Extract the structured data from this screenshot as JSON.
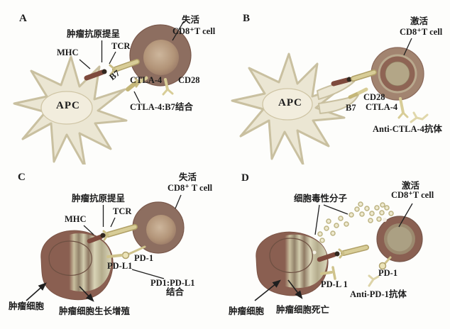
{
  "panels": [
    {
      "tag": "A",
      "apc": "APC",
      "antigen_presentation": "肿瘤抗原提呈",
      "mhc": "MHC",
      "tcr": "TCR",
      "b7": "B7",
      "tcell_state": "失活",
      "tcell_name": "CD8⁺T cell",
      "ctla4": "CTLA-4",
      "cd28": "CD28",
      "binding": "CTLA-4:B7结合"
    },
    {
      "tag": "B",
      "apc": "APC",
      "tcell_state": "激活",
      "tcell_name": "CD8⁺T cell",
      "cd28": "CD28",
      "ctla4": "CTLA-4",
      "b7": "B7",
      "antibody": "Anti-CTLA-4抗体"
    },
    {
      "tag": "C",
      "tumor": "肿瘤细胞",
      "antigen_presentation": "肿瘤抗原提呈",
      "mhc": "MHC",
      "tcr": "TCR",
      "tcell_state": "失活",
      "tcell_name": "CD8⁺ T cell",
      "pd1": "PD-1",
      "pdl1": "PD-L1",
      "binding_line1": "PD1:PD-L1",
      "binding_line2": "结合",
      "outcome": "肿瘤细胞生长增殖"
    },
    {
      "tag": "D",
      "tumor": "肿瘤细胞",
      "cytotoxic": "细胞毒性分子",
      "tcell_state": "激活",
      "tcell_name": "CD8⁺T cell",
      "pd1": "PD-1",
      "pdl1": "PD-L 1",
      "antibody": "Anti-PD-1抗体",
      "outcome": "肿瘤细胞死亡"
    }
  ],
  "colors": {
    "background": "#fdfdfb",
    "apc_body": "#ebe6d3",
    "apc_outline": "#c9c0a0",
    "tcell_inactive_body": "#8d6e60",
    "tcell_nucleus": "#c9b29a",
    "tcell_active_outer": "#a28470",
    "tcell_active_core": "#b3a687",
    "tumor_dark": "#8a5f51",
    "tumor_pale": "#d8d3b6",
    "receptor_yellow": "#d8cd97",
    "mhc_red": "#7e4a3d",
    "antibody_pale": "#e0d7aa",
    "label_text": "#1b1b1b"
  }
}
